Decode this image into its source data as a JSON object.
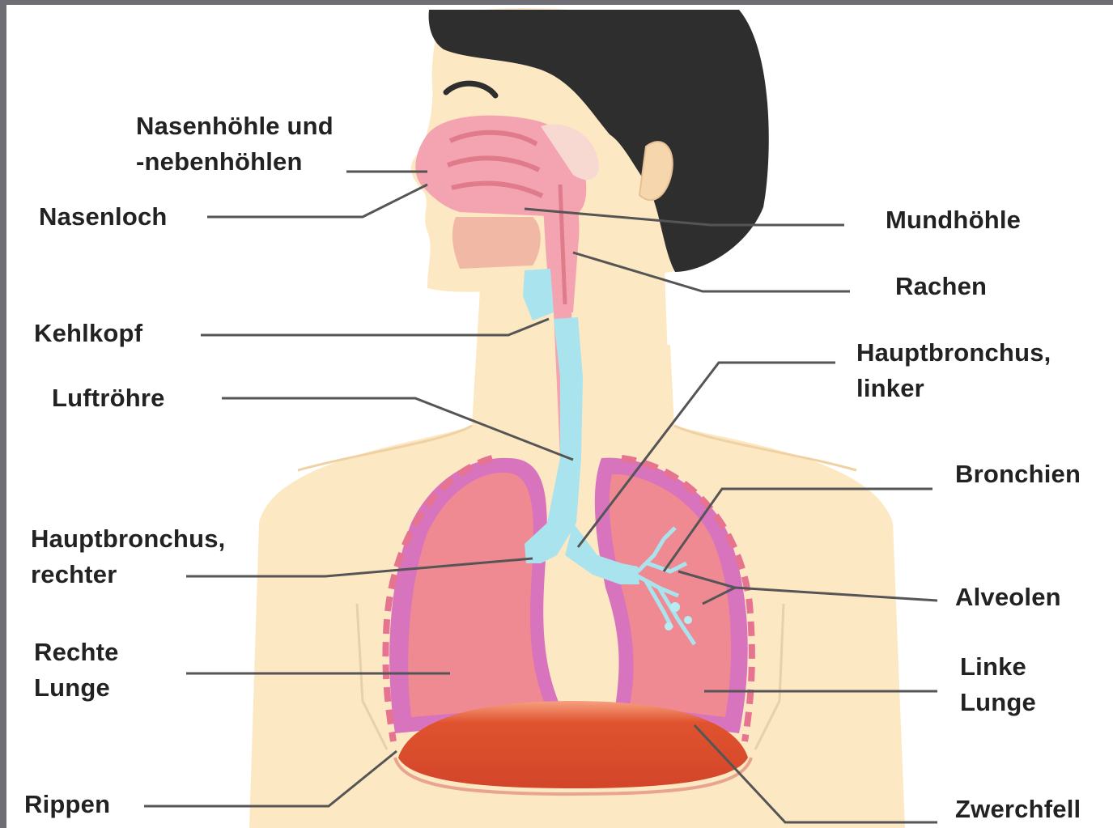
{
  "diagram": {
    "labels": {
      "nasenhoehle": [
        "Nasenhöhle und",
        "-nebenhöhlen"
      ],
      "nasenloch": [
        "Nasenloch"
      ],
      "kehlkopf": [
        "Kehlkopf"
      ],
      "luftroehre": [
        "Luftröhre"
      ],
      "hauptbronchus_rechter": [
        "Hauptbronchus,",
        "rechter"
      ],
      "rechte_lunge": [
        "Rechte",
        "Lunge"
      ],
      "rippen": [
        "Rippen"
      ],
      "mundhoehle": [
        "Mundhöhle"
      ],
      "rachen": [
        "Rachen"
      ],
      "hauptbronchus_linker": [
        "Hauptbronchus,",
        "linker"
      ],
      "bronchien": [
        "Bronchien"
      ],
      "alveolen": [
        "Alveolen"
      ],
      "linke_lunge": [
        "Linke",
        "Lunge"
      ],
      "zwerchfell": [
        "Zwerchfell"
      ]
    },
    "colors": {
      "skin": "#fde8c4",
      "hair": "#2e2e2e",
      "lung": "#f08a92",
      "pleura": "#d873bd",
      "airway": "#a9e4ee",
      "diaphragm": "#e0532e",
      "nasal": "#f3a4b0",
      "leader": "#555555"
    }
  }
}
